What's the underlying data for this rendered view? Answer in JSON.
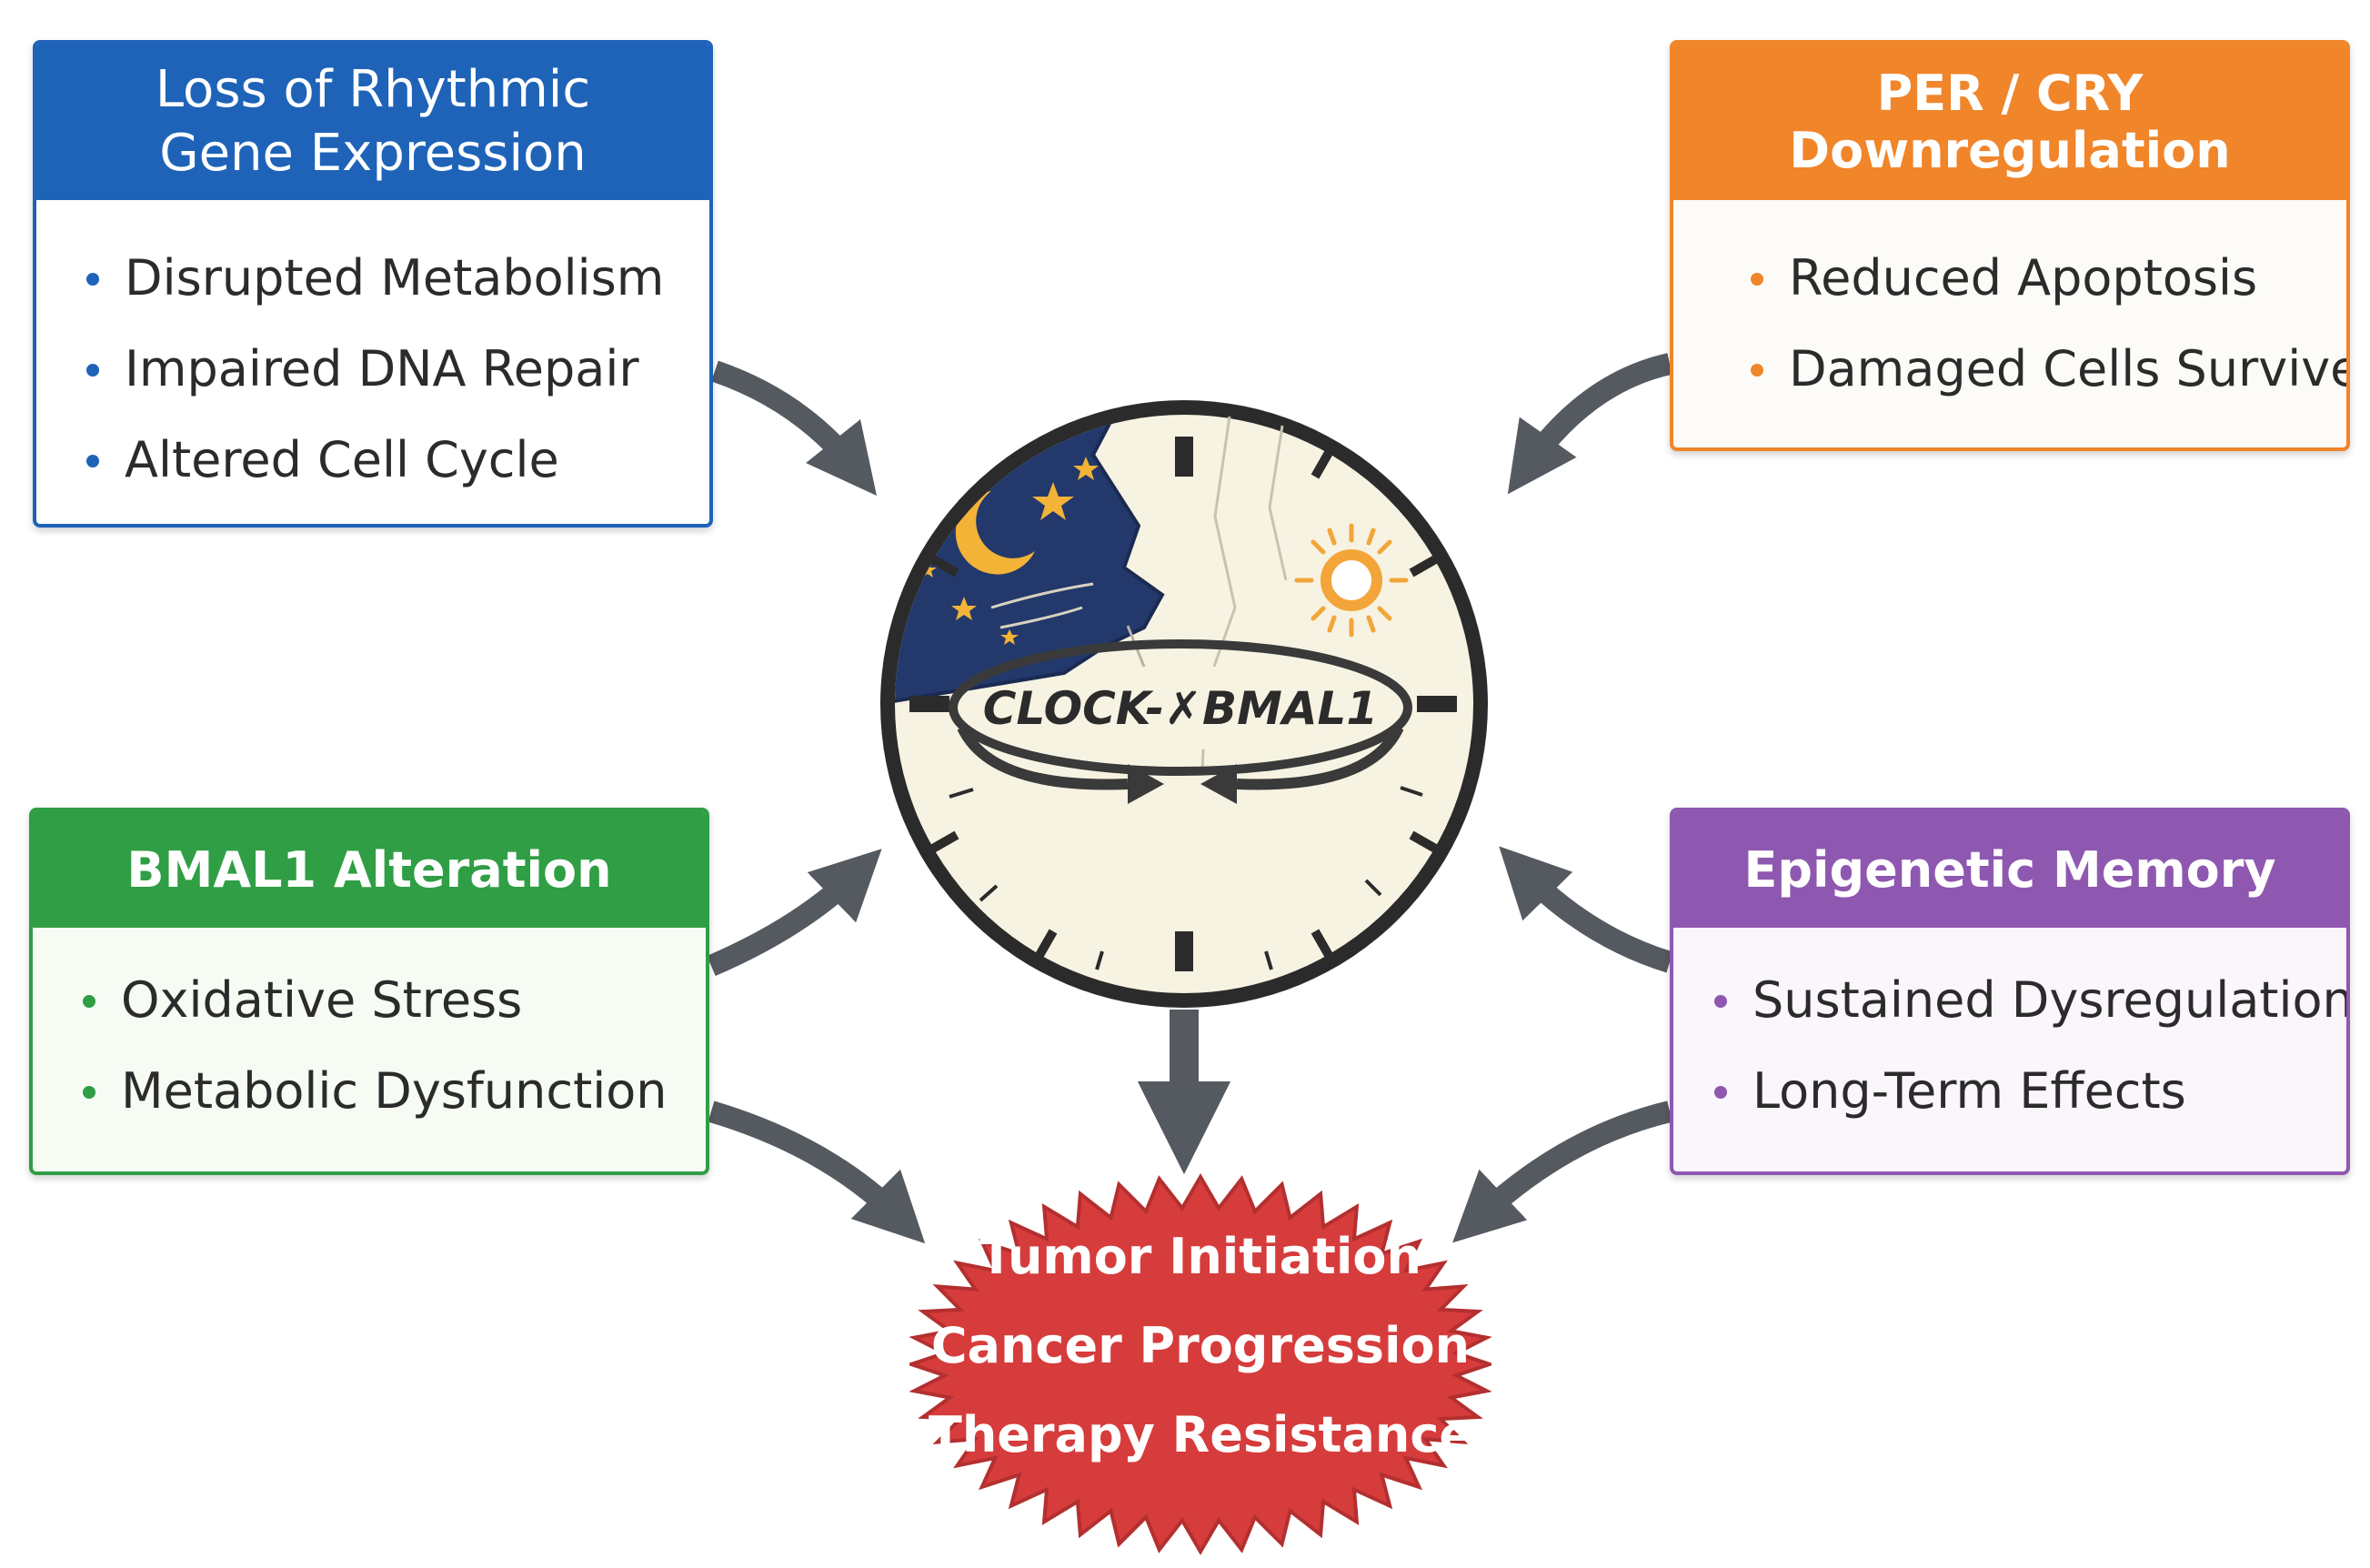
{
  "colors": {
    "blue": "#1e63b8",
    "orange": "#f0852a",
    "green": "#2f9e45",
    "purple": "#8e58b0",
    "arrow": "#555a60",
    "burst": "#d63c3c",
    "night": "#23396b",
    "moon": "#f3b337",
    "sun": "#f3a53a"
  },
  "boxes": {
    "rhythmic": {
      "title_line1": "Loss of Rhythmic",
      "title_line2": "Gene Expression",
      "items": [
        "Disrupted Metabolism",
        "Impaired DNA Repair",
        "Altered Cell Cycle"
      ]
    },
    "percry": {
      "title": "PER / CRY Downregulation",
      "items": [
        "Reduced Apoptosis",
        "Damaged Cells Survive"
      ]
    },
    "bmal1": {
      "title": "BMAL1 Alteration",
      "items": [
        "Oxidative Stress",
        "Metabolic Dysfunction"
      ]
    },
    "epigenetic": {
      "title": "Epigenetic Memory",
      "items": [
        "Sustained Dysregulation",
        "Long-Term Effects"
      ]
    }
  },
  "clock": {
    "label": "CLOCK-✗BMAL1",
    "icons": [
      "moon-icon",
      "star-icon",
      "sun-icon"
    ]
  },
  "outcome": {
    "lines": [
      "Tumor Initiation",
      "Cancer Progression",
      "Therapy Resistance"
    ]
  }
}
